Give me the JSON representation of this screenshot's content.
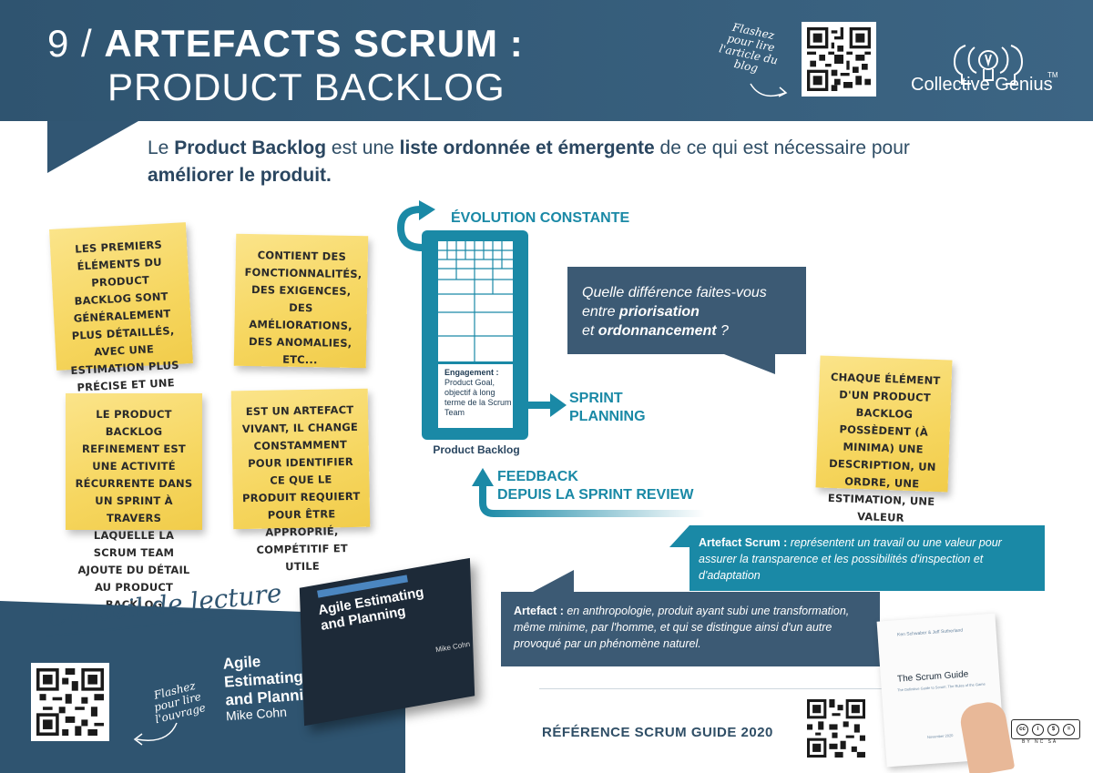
{
  "header": {
    "title_number": "9 /",
    "title_bold": "ARTEFACTS SCRUM :",
    "title_line2": "PRODUCT BACKLOG",
    "flash_note": "Flashez pour lire l'article du blog",
    "logo_text": "Collective Genius",
    "logo_tm": "TM"
  },
  "intro": {
    "part1": "Le ",
    "bold1": "Product Backlog",
    "part2": " est une ",
    "bold2": "liste ordonnée et émergente",
    "part3": " de ce qui est nécessaire pour ",
    "bold3": "améliorer le produit."
  },
  "stickies": [
    "Les premiers éléments du Product Backlog sont généralement plus détaillés, avec une estimation plus précise et une haute valeur",
    "Contient des fonctionnalités, des exigences, des améliorations, des anomalies, etc...",
    "Le Product Backlog Refinement est une activité récurrente dans un Sprint à travers laquelle la Scrum Team ajoute du détail au Product Backlog",
    "Est un artefact vivant, il change constamment pour identifier ce que le produit requiert pour être approprié, compétitif et utile",
    "Chaque élément d'un Product Backlog possèdent (à minima) une description, un ordre, une estimation, une valeur"
  ],
  "diagram": {
    "evolution": "ÉVOLUTION CONSTANTE",
    "sprint_line1": "SPRINT",
    "sprint_line2": "PLANNING",
    "feedback_line1": "FEEDBACK",
    "feedback_line2": "DEPUIS LA SPRINT REVIEW",
    "engagement_bold": "Engagement :",
    "engagement_text": "Product Goal, objectif à long terme de la Scrum Team",
    "backlog_label": "Product Backlog",
    "accent": "#1a89a6"
  },
  "question": {
    "line1": "Quelle différence faites-vous",
    "line2_pre": "entre ",
    "line2_bold": "priorisation",
    "line3_pre": "et ",
    "line3_bold": "ordonnancement",
    "line3_post": " ?"
  },
  "definitions": {
    "scrum_bold": "Artefact Scrum :",
    "scrum_text": " représentent un travail ou une valeur pour assurer la transparence et les possibilités d'inspection et d'adaptation",
    "artefact_bold": "Artefact :",
    "artefact_text": " en anthropologie, produit ayant subi une transformation, même minime, par l'homme, et qui se distingue ainsi d'un autre provoqué par un phénomène naturel."
  },
  "reading": {
    "heading": "Conseil de lecture",
    "book_title_l1": "Agile",
    "book_title_l2": "Estimating",
    "book_title_l3": "and Planning",
    "book_author": "Mike Cohn",
    "flash_note": "Flashez pour lire l'ouvrage",
    "cover_title_l1": "Agile Estimating",
    "cover_title_l2": "and Planning",
    "cover_author": "Mike Cohn"
  },
  "reference": {
    "label": "RÉFÉRENCE SCRUM GUIDE 2020",
    "guide_title": "The Scrum Guide",
    "guide_authors": "Ken Schwaber & Jeff Sutherland",
    "guide_sub": "The Definitive Guide to Scrum: The Rules of the Game",
    "guide_date": "November 2020"
  },
  "license": {
    "badge": [
      "cc",
      "i",
      "$",
      "="
    ],
    "labels": "BY NC SA"
  }
}
